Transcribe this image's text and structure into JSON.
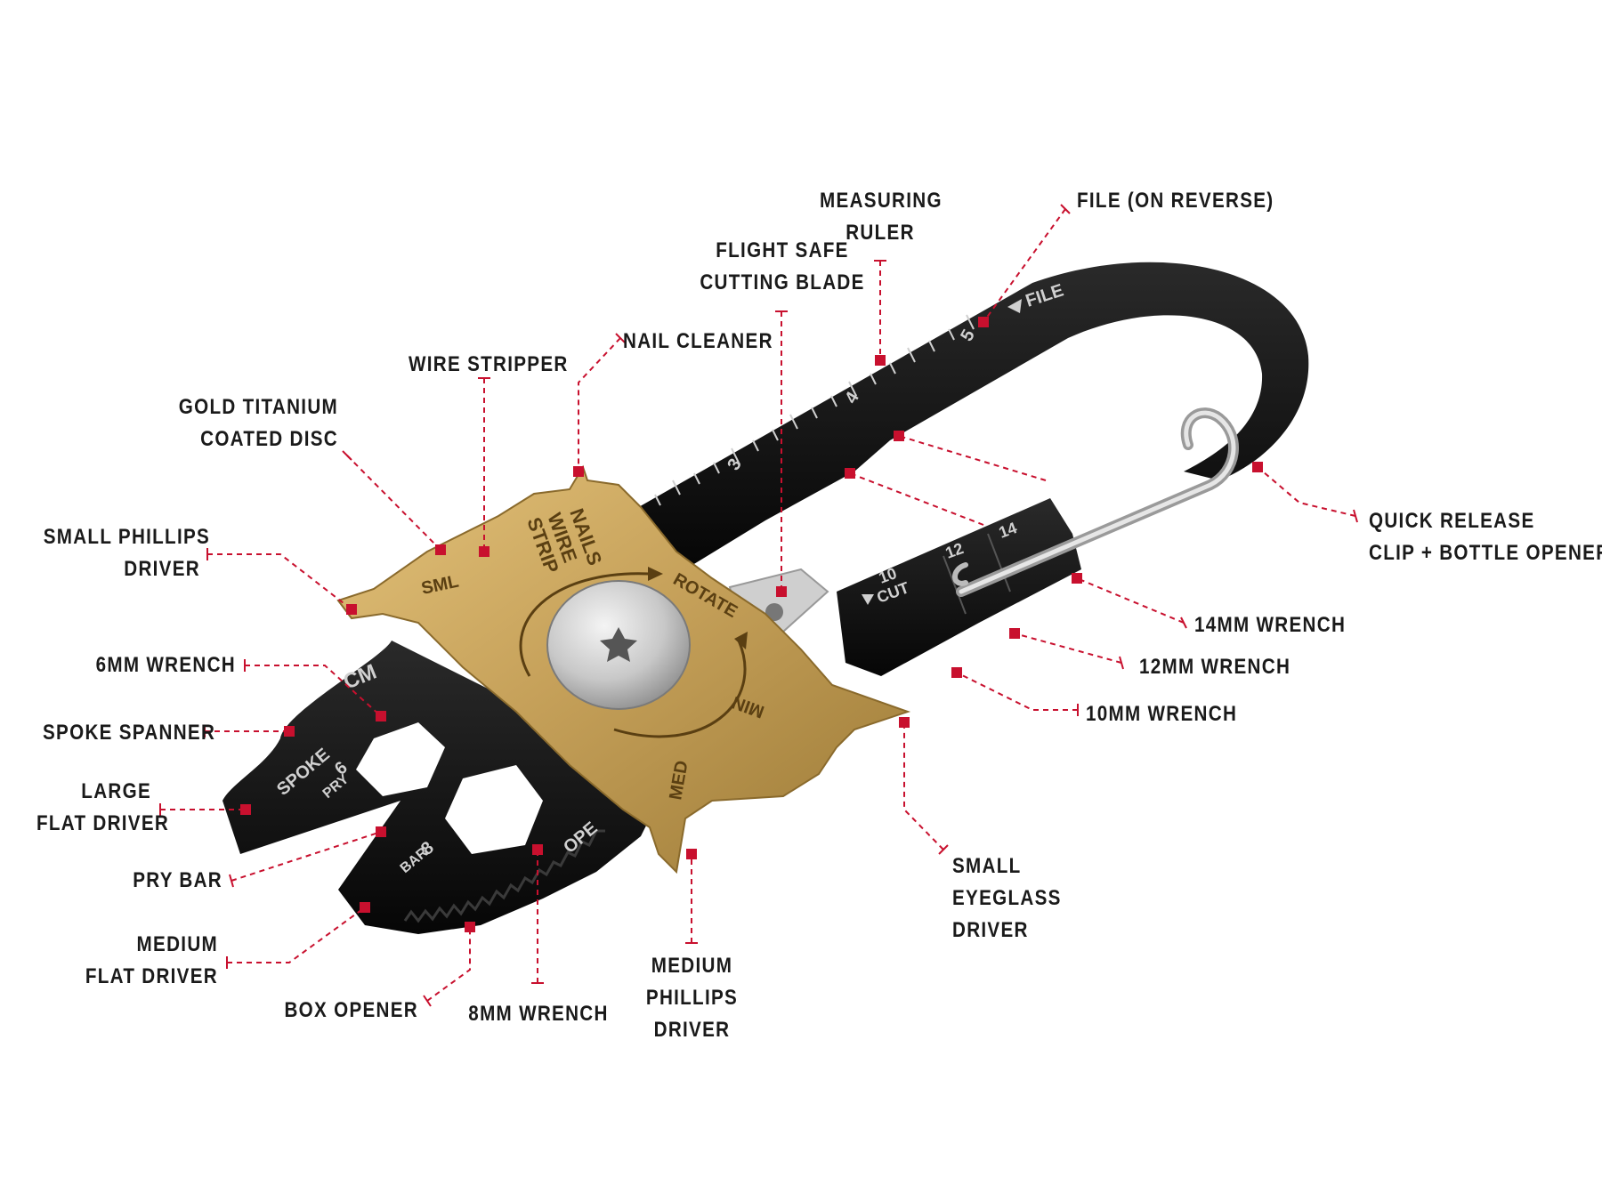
{
  "colors": {
    "leader": "#c8102e",
    "label_text": "#1a1a1a",
    "body_black": "#111111",
    "gold": "#c6a15a",
    "engraving_light": "#d0d0d0",
    "engraving_dark": "#5a3f12"
  },
  "callouts": {
    "measuring_ruler": [
      "MEASURING",
      "RULER"
    ],
    "file_reverse": [
      "FILE (ON REVERSE)"
    ],
    "flight_safe": [
      "FLIGHT SAFE",
      "CUTTING BLADE"
    ],
    "nail_cleaner": [
      "NAIL CLEANER"
    ],
    "wire_stripper": [
      "WIRE STRIPPER"
    ],
    "gold_disc": [
      "GOLD TITANIUM",
      "COATED DISC"
    ],
    "small_phillips": [
      "SMALL PHILLIPS",
      "DRIVER"
    ],
    "wrench_6mm": [
      "6MM WRENCH"
    ],
    "spoke_spanner": [
      "SPOKE SPANNER"
    ],
    "large_flat": [
      "LARGE",
      "FLAT DRIVER"
    ],
    "pry_bar": [
      "PRY BAR"
    ],
    "medium_flat": [
      "MEDIUM",
      "FLAT DRIVER"
    ],
    "box_opener": [
      "BOX OPENER"
    ],
    "wrench_8mm": [
      "8MM WRENCH"
    ],
    "medium_phillips": [
      "MEDIUM",
      "PHILLIPS",
      "DRIVER"
    ],
    "small_eyeglass": [
      "SMALL",
      "EYEGLASS",
      "DRIVER"
    ],
    "wrench_10mm": [
      "10MM WRENCH"
    ],
    "wrench_12mm": [
      "12MM WRENCH"
    ],
    "wrench_14mm": [
      "14MM WRENCH"
    ],
    "quick_release": [
      "QUICK RELEASE",
      "CLIP + BOTTLE OPENER"
    ]
  },
  "engravings": {
    "file": "FILE",
    "ruler_3": "3",
    "ruler_4": "4",
    "ruler_5": "5",
    "nails": "NAILS",
    "wire": "WIRE",
    "strip": "STRIP",
    "sml": "SML",
    "rotate": "ROTATE",
    "min": "MIN",
    "med": "MED",
    "cm": "CM",
    "spoke": "SPOKE",
    "six": "6",
    "pry": "PRY",
    "eight": "8",
    "bar": "BAR",
    "open": "OPE",
    "ten": "10",
    "cut": "CUT",
    "twelve": "12",
    "fourteen": "14"
  }
}
